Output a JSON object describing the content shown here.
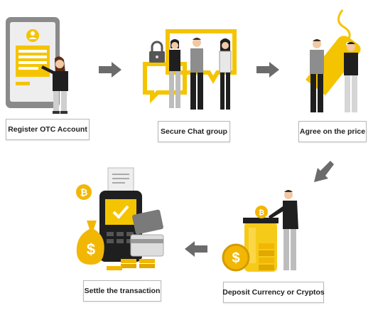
{
  "steps": [
    {
      "label": "Register OTC Account"
    },
    {
      "label": "Secure Chat group"
    },
    {
      "label": "Agree on the price"
    },
    {
      "label": "Deposit Currency or Cryptos"
    },
    {
      "label": "Settle the transaction"
    }
  ],
  "colors": {
    "accent_yellow": "#f5c400",
    "coin_gold": "#f2b705",
    "dark": "#1f1f1f",
    "grey": "#9a9a9a",
    "arrow_grey": "#6b6b6b",
    "tablet_grey": "#8a8a8a"
  },
  "icons": [
    "arrow-right-icon",
    "arrow-down-left-icon",
    "arrow-left-icon",
    "lock-icon",
    "bitcoin-coin-icon",
    "dollar-coin-icon",
    "money-bag-icon",
    "credit-card-icon",
    "price-tag-icon",
    "payment-terminal-icon"
  ]
}
